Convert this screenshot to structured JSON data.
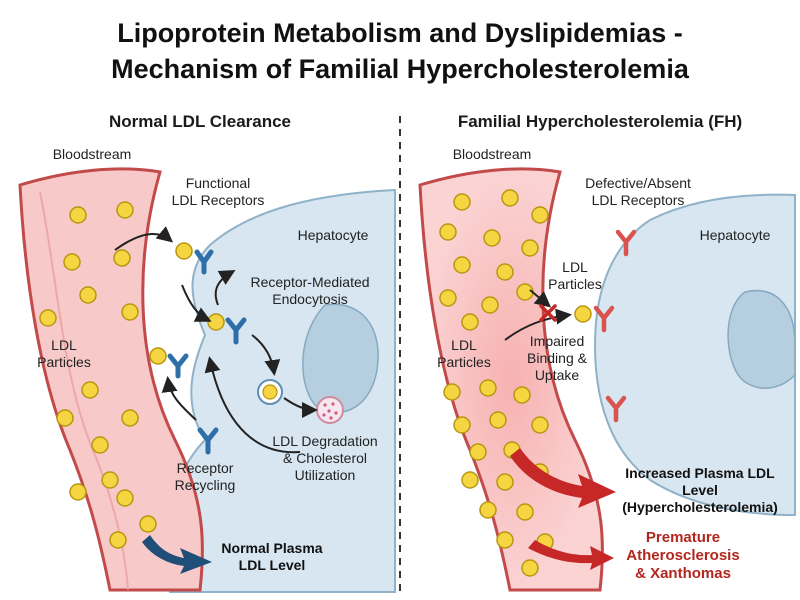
{
  "title": {
    "line1": "Lipoprotein Metabolism and Dyslipidemias -",
    "line2": "Mechanism of Familial Hypercholesterolemia"
  },
  "normal": {
    "heading": "Normal LDL Clearance",
    "bloodstream": "Bloodstream",
    "receptors_line1": "Functional",
    "receptors_line2": "LDL Receptors",
    "hepatocyte": "Hepatocyte",
    "endocytosis_line1": "Receptor-Mediated",
    "endocytosis_line2": "Endocytosis",
    "particles_line1": "LDL",
    "particles_line2": "Particles",
    "degradation_line1": "LDL Degradation",
    "degradation_line2": "& Cholesterol",
    "degradation_line3": "Utilization",
    "recycling_line1": "Receptor",
    "recycling_line2": "Recycling",
    "outcome_line1": "Normal Plasma",
    "outcome_line2": "LDL Level"
  },
  "fh": {
    "heading": "Familial Hypercholesterolemia (FH)",
    "bloodstream": "Bloodstream",
    "receptors_line1": "Defective/Absent",
    "receptors_line2": "LDL Receptors",
    "hepatocyte": "Hepatocyte",
    "ldl_line1": "LDL",
    "ldl_line2": "Particles",
    "particles_line1": "LDL",
    "particles_line2": "Particles",
    "impaired_line1": "Impaired",
    "impaired_line2": "Binding &",
    "impaired_line3": "Uptake",
    "outcome_line1": "Increased Plasma LDL",
    "outcome_line2": "Level",
    "outcome_line3": "(Hypercholesterolemia)",
    "consequence_line1": "Premature",
    "consequence_line2": "Atherosclerosis",
    "consequence_line3": "& Xanthomas"
  },
  "colors": {
    "vessel_fill": "#f7c9c8",
    "vessel_stroke": "#c24a4a",
    "ldl_fill": "#f5d642",
    "hepatocyte_fill": "#d7e6f0",
    "receptor_blue": "#2f6fa8",
    "receptor_red": "#d9534f",
    "dark_blue_arrow": "#1f4e79",
    "red_arrow": "#c62828"
  },
  "icons": {
    "receptor": "y-shaped-receptor-icon",
    "particle": "ldl-particle-icon",
    "block": "x-mark-icon"
  }
}
